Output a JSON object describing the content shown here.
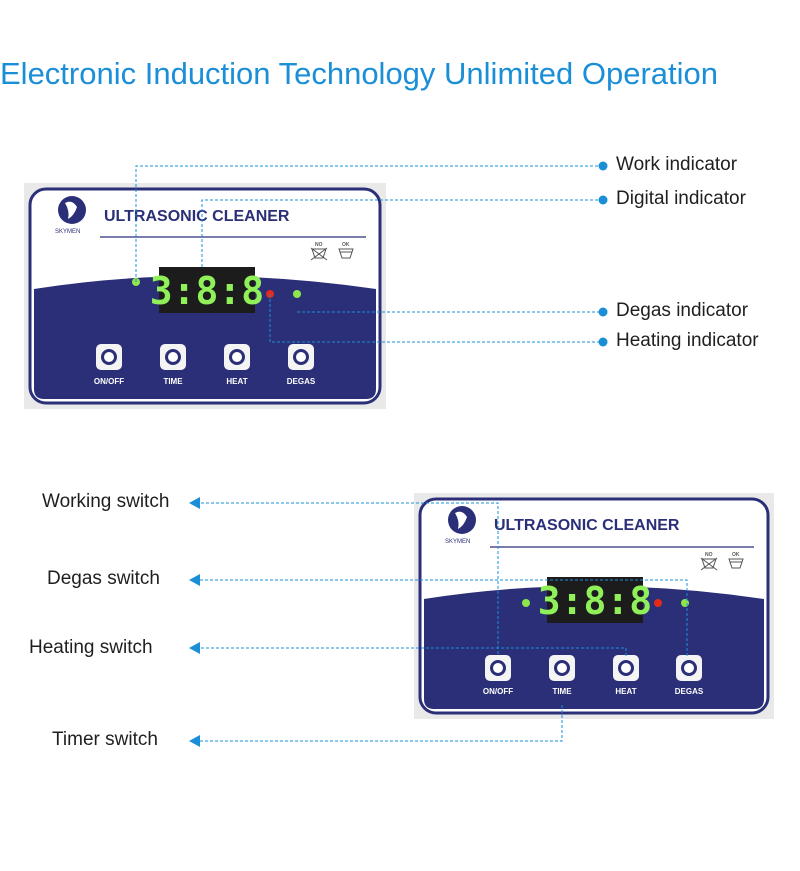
{
  "headline": "Electronic Induction Technology  Unlimited Operation",
  "panel": {
    "title": "ULTRASONIC CLEANER",
    "brand": "SKYMEN",
    "display_digits": "3:8:8",
    "wash_symbols": [
      "NO",
      "OK"
    ],
    "indicators": {
      "ultrasonic": "ULTRASONIC",
      "heat": "HEAT",
      "degas": "DEGAS"
    },
    "buttons": [
      "ON/OFF",
      "TIME",
      "HEAT",
      "DEGAS"
    ],
    "colors": {
      "navy": "#2b2f78",
      "led_green": "#8fe64a",
      "led_red": "#e52a1a",
      "digit_green": "#8ff05a",
      "callout_blue": "#1a8fd8"
    }
  },
  "indicator_callouts": {
    "work": "Work indicator",
    "digital": "Digital indicator",
    "degas": "Degas indicator",
    "heating": "Heating indicator"
  },
  "switch_callouts": {
    "working": "Working switch",
    "degas": "Degas switch",
    "heating": "Heating switch",
    "timer": "Timer switch"
  }
}
